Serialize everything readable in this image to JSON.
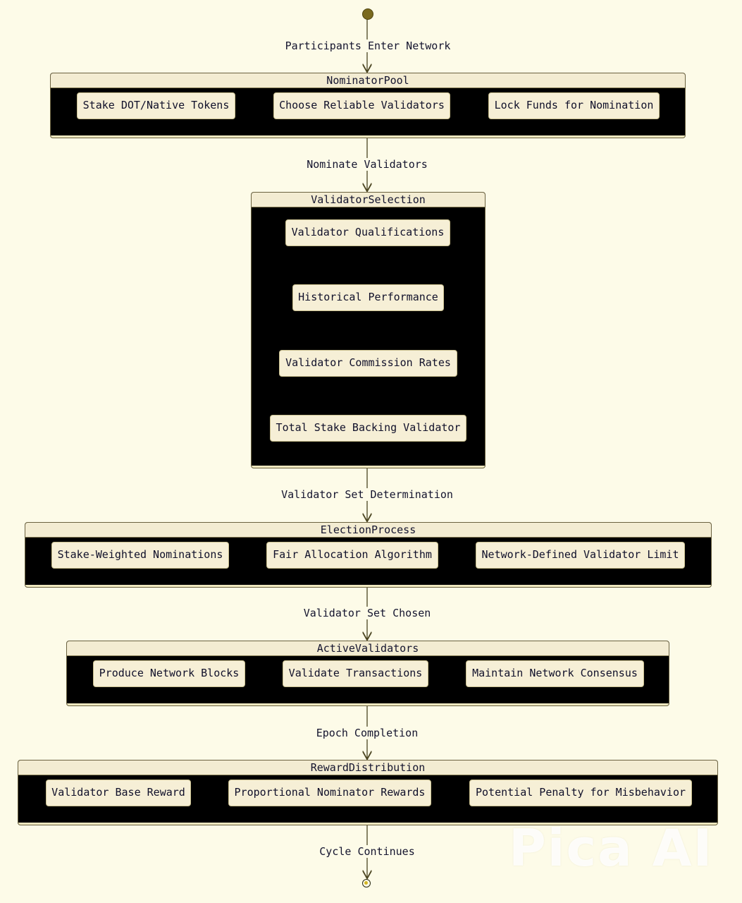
{
  "colors": {
    "background": "#fdfbe8",
    "state_fill": "#000000",
    "header_fill": "#f3ecd2",
    "substate_fill": "#f6efd6",
    "start_node": "#7a6a1e",
    "arrow": "#4a4420"
  },
  "transitions": [
    {
      "label": "Participants Enter Network"
    },
    {
      "label": "Nominate Validators"
    },
    {
      "label": "Validator Set Determination"
    },
    {
      "label": "Validator Set Chosen"
    },
    {
      "label": "Epoch Completion"
    },
    {
      "label": "Cycle Continues"
    }
  ],
  "states": [
    {
      "title": "NominatorPool",
      "items": [
        "Stake DOT/Native Tokens",
        "Choose Reliable Validators",
        "Lock Funds for Nomination"
      ]
    },
    {
      "title": "ValidatorSelection",
      "items": [
        "Validator Qualifications",
        "Historical Performance",
        "Validator Commission Rates",
        "Total Stake Backing Validator"
      ]
    },
    {
      "title": "ElectionProcess",
      "items": [
        "Stake-Weighted Nominations",
        "Fair Allocation Algorithm",
        "Network-Defined Validator Limit"
      ]
    },
    {
      "title": "ActiveValidators",
      "items": [
        "Produce Network Blocks",
        "Validate Transactions",
        "Maintain Network Consensus"
      ]
    },
    {
      "title": "RewardDistribution",
      "items": [
        "Validator Base Reward",
        "Proportional Nominator Rewards",
        "Potential Penalty for Misbehavior"
      ]
    }
  ],
  "watermark": "Pica AI"
}
